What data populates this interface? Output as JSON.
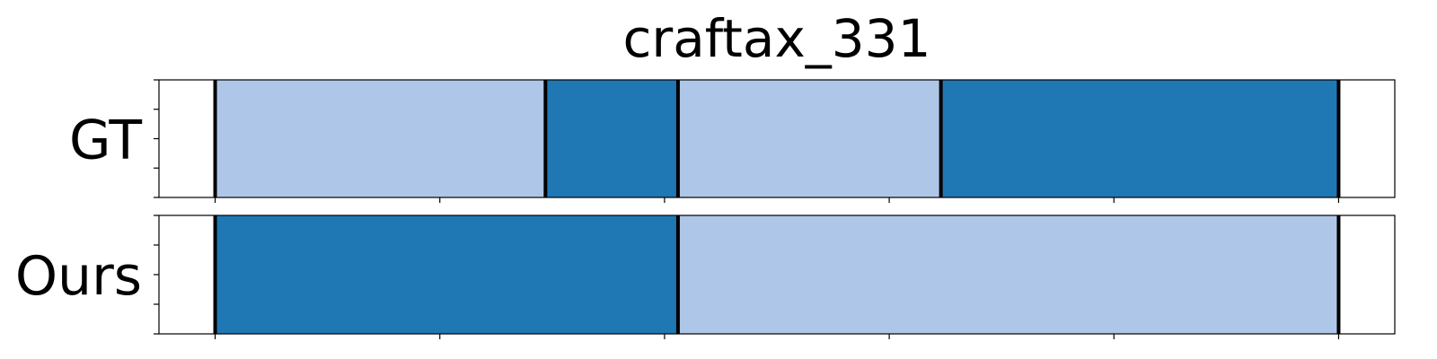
{
  "chart_data": {
    "type": "bar",
    "title": "craftax_331",
    "x_range": [
      -0.25,
      5.25
    ],
    "x_ticks": [
      0,
      1,
      2,
      3,
      4,
      5
    ],
    "colors": {
      "dark": "#1f77b4",
      "light": "#aec7e8",
      "boundary": "#000000"
    },
    "rows": [
      {
        "label": "GT",
        "segments": [
          {
            "start": 0.0,
            "end": 1.47,
            "shade": "light"
          },
          {
            "start": 1.47,
            "end": 2.06,
            "shade": "dark"
          },
          {
            "start": 2.06,
            "end": 3.23,
            "shade": "light"
          },
          {
            "start": 3.23,
            "end": 5.0,
            "shade": "dark"
          }
        ]
      },
      {
        "label": "Ours",
        "segments": [
          {
            "start": 0.0,
            "end": 2.06,
            "shade": "dark"
          },
          {
            "start": 2.06,
            "end": 5.0,
            "shade": "light"
          }
        ]
      }
    ]
  }
}
